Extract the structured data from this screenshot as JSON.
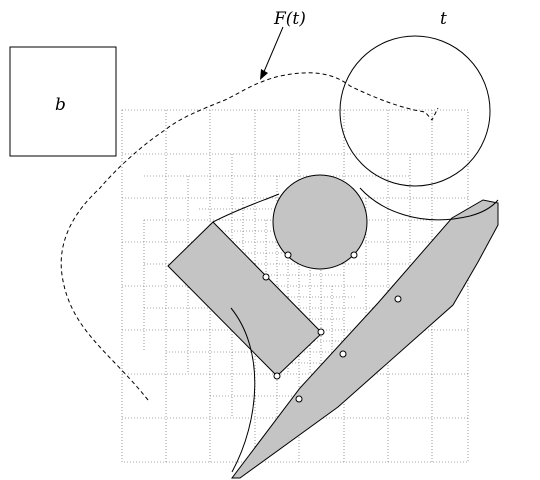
{
  "labels": {
    "box": "b",
    "circle": "t",
    "free_space": "F(t)"
  },
  "colors": {
    "obstacle_fill": "#c4c4c4",
    "stroke": "#000000",
    "grid": "#555555"
  }
}
